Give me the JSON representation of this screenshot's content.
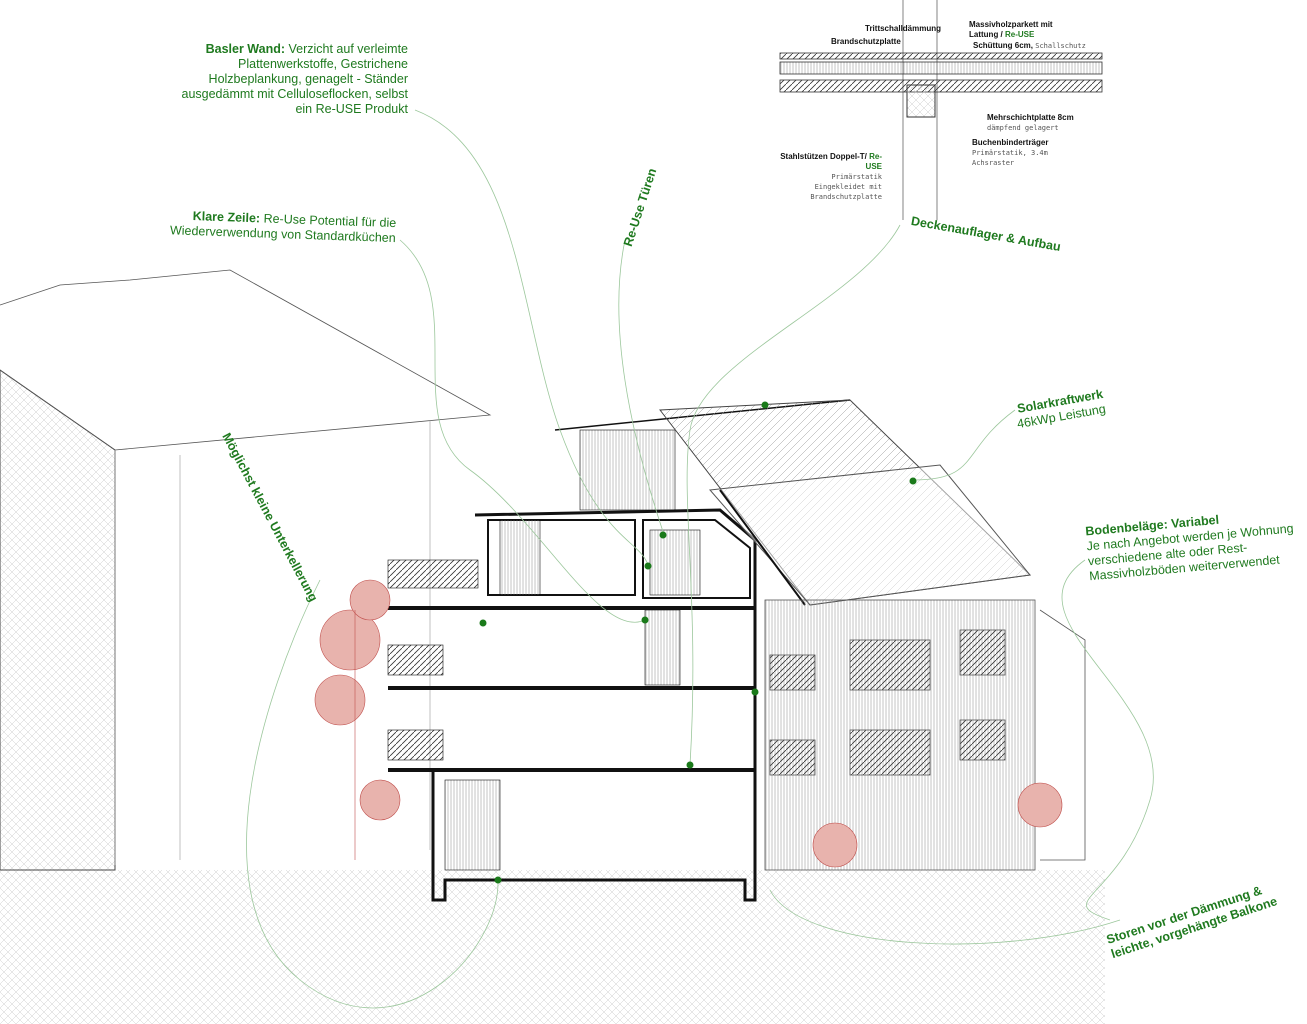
{
  "colors": {
    "accent": "#1f7a1f",
    "line": "#222222",
    "tree": "#c0504d",
    "ground": "#dddddd"
  },
  "labels": {
    "basler": {
      "title": "Basler Wand:",
      "lines": [
        "Verzicht auf verleimte",
        "Plattenwerkstoffe, Gestrichene",
        "Holzbeplankung, genagelt - Ständer",
        "ausgedämmt mit Celluloseflocken, selbst",
        "ein Re-USE Produkt"
      ]
    },
    "klare": {
      "title": "Klare Zeile:",
      "lines": [
        "Re-Use Potential für die",
        "Wiederverwendung von Standardküchen"
      ]
    },
    "tueren": "Re-Use Türen",
    "unterkellerung": "Möglichst kleine Unterkellerung",
    "solar": {
      "title": "Solarkraftwerk",
      "sub": "46kWp Leistung"
    },
    "boden": {
      "title": "Bodenbeläge: Variabel",
      "lines": [
        "Je nach Angebot werden je Wohnung",
        "verschiedene alte oder Rest-",
        "Massivholzböden weiterverwendet"
      ]
    },
    "storen": {
      "lines": [
        "Storen vor der Dämmung &",
        "leichte, vorgehängte Balkone"
      ]
    },
    "decken": "Deckenauflager & Aufbau"
  },
  "detail": {
    "tritt": "Trittschalldämmung",
    "brand": "Brandschutzplatte",
    "massiv": "Massivholzparkett mit",
    "lattung": "Lattung /",
    "reuse": "Re-USE",
    "schuettung": "Schüttung 6cm,",
    "schallschutz": "Schallschutz",
    "mehr": "Mehrschichtplatte 8cm",
    "mehr_sub": "dämpfend gelagert",
    "buchen": "Buchenbinderträger",
    "buchen_sub1": "Primärstatik, 3.4m",
    "buchen_sub2": "Achsraster",
    "stahl": "Stahlstützen Doppel-T/",
    "stahl_re": "Re-",
    "stahl_use": "USE",
    "stahl_sub1": "Primärstatik",
    "stahl_sub2": "Eingekleidet mit",
    "stahl_sub3": "Brandschutzplatte"
  }
}
